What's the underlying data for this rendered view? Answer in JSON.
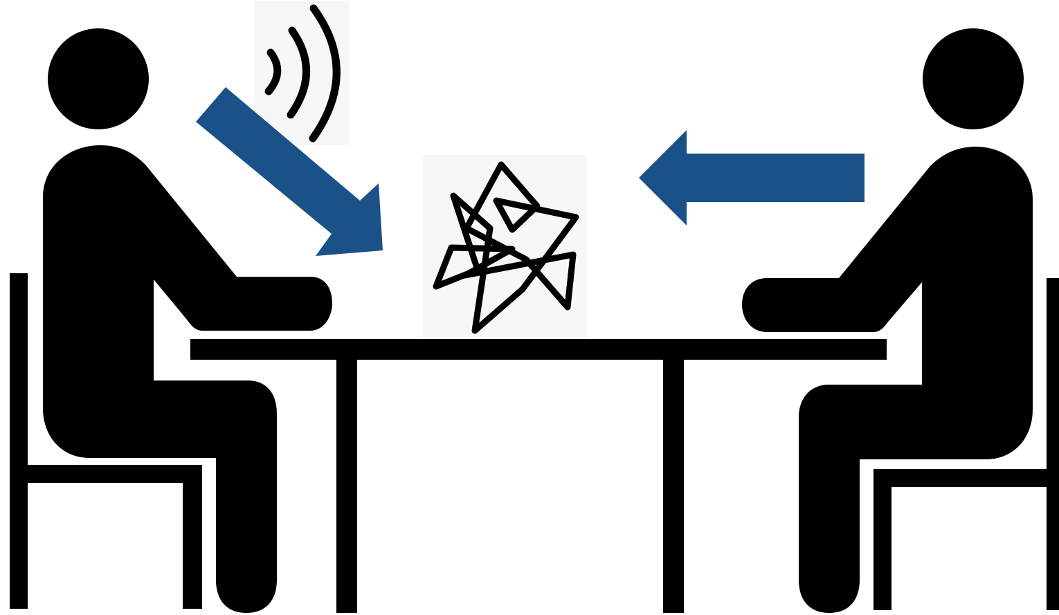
{
  "scene": {
    "figure_color": "#000000",
    "arrow_color": "#1a5189",
    "icon_background": "#f7f7f7",
    "background": "#ffffff"
  },
  "participants": [
    {
      "role": "speaker",
      "side": "left",
      "icon": "seated-person-icon"
    },
    {
      "role": "listener",
      "side": "right",
      "icon": "seated-person-icon"
    }
  ],
  "furniture": {
    "table": {
      "icon": "table-icon"
    },
    "chairs": [
      {
        "side": "left",
        "icon": "chair-icon"
      },
      {
        "side": "right",
        "icon": "chair-icon"
      }
    ]
  },
  "signals": {
    "sound_waves": {
      "icon": "sound-waves-icon",
      "arc_count": 3
    },
    "abstract_shape": {
      "icon": "tangram-shape-icon"
    }
  },
  "arrows": [
    {
      "from": "speaker",
      "to": "abstract_shape",
      "direction": "down-right"
    },
    {
      "from": "listener",
      "to": "abstract_shape",
      "direction": "left"
    }
  ]
}
